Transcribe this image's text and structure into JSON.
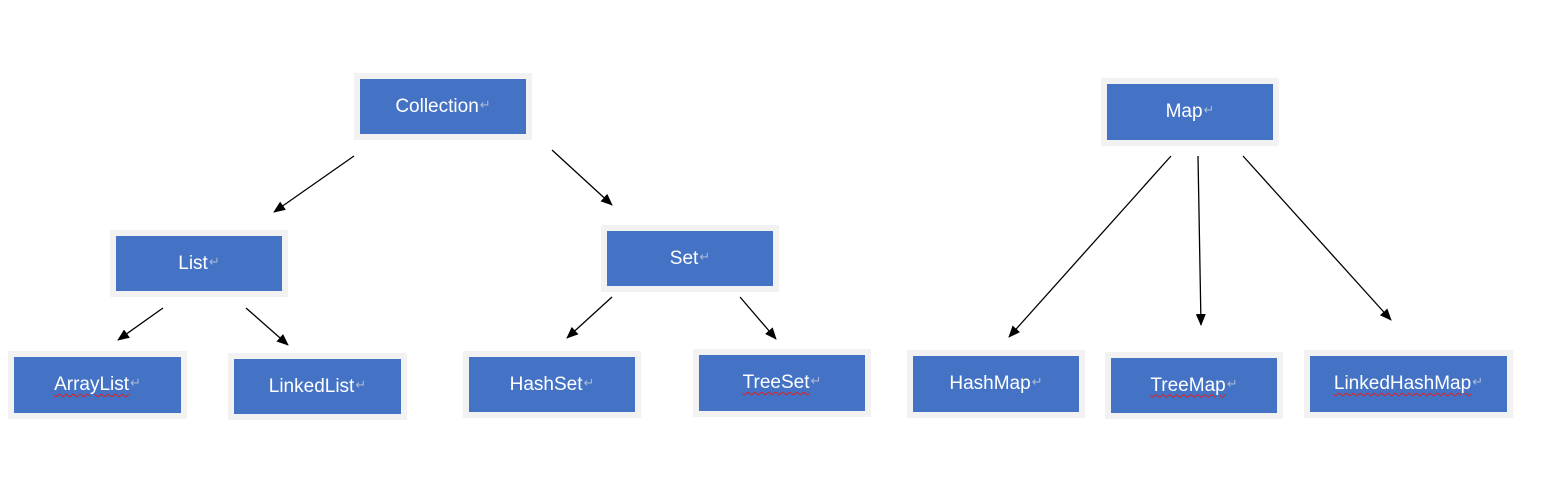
{
  "nodes": [
    {
      "id": "collection",
      "label": "Collection",
      "mark": "↵",
      "spell": false
    },
    {
      "id": "list",
      "label": "List",
      "mark": "↵",
      "spell": false
    },
    {
      "id": "set",
      "label": "Set",
      "mark": "↵",
      "spell": false
    },
    {
      "id": "arraylist",
      "label": "ArrayList",
      "mark": "↵",
      "spell": true
    },
    {
      "id": "linkedlist",
      "label": "LinkedList",
      "mark": "↵",
      "spell": false
    },
    {
      "id": "hashset",
      "label": "HashSet",
      "mark": "↵",
      "spell": false
    },
    {
      "id": "treeset",
      "label": "TreeSet",
      "mark": "↵",
      "spell": true
    },
    {
      "id": "map",
      "label": "Map",
      "mark": "↵",
      "spell": false
    },
    {
      "id": "hashmap",
      "label": "HashMap",
      "mark": "↵",
      "spell": false
    },
    {
      "id": "treemap",
      "label": "TreeMap",
      "mark": "↵",
      "spell": true
    },
    {
      "id": "linkedhashmap",
      "label": "LinkedHashMap",
      "mark": "↵",
      "spell": true
    }
  ],
  "edges": [
    {
      "from": "collection",
      "to": "list"
    },
    {
      "from": "collection",
      "to": "set"
    },
    {
      "from": "list",
      "to": "arraylist"
    },
    {
      "from": "list",
      "to": "linkedlist"
    },
    {
      "from": "set",
      "to": "hashset"
    },
    {
      "from": "set",
      "to": "treeset"
    },
    {
      "from": "map",
      "to": "hashmap"
    },
    {
      "from": "map",
      "to": "treemap"
    },
    {
      "from": "map",
      "to": "linkedhashmap"
    }
  ],
  "colors": {
    "box_fill": "#4472c4",
    "box_frame": "#f2f2f2",
    "text": "#ffffff",
    "arrow": "#000000"
  }
}
